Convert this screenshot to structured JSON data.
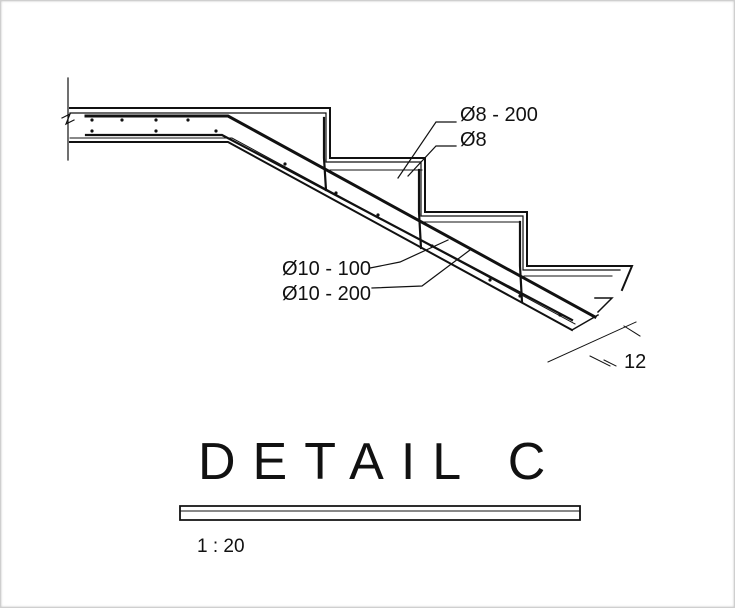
{
  "drawing": {
    "rebar_labels": {
      "top_bar": "Ø8 - 200",
      "top_bar_2": "Ø8",
      "main_bar": "Ø10 - 100",
      "dist_bar": "Ø10 - 200"
    },
    "dimension": "12",
    "title": "DETAIL C",
    "scale": "1 : 20"
  }
}
